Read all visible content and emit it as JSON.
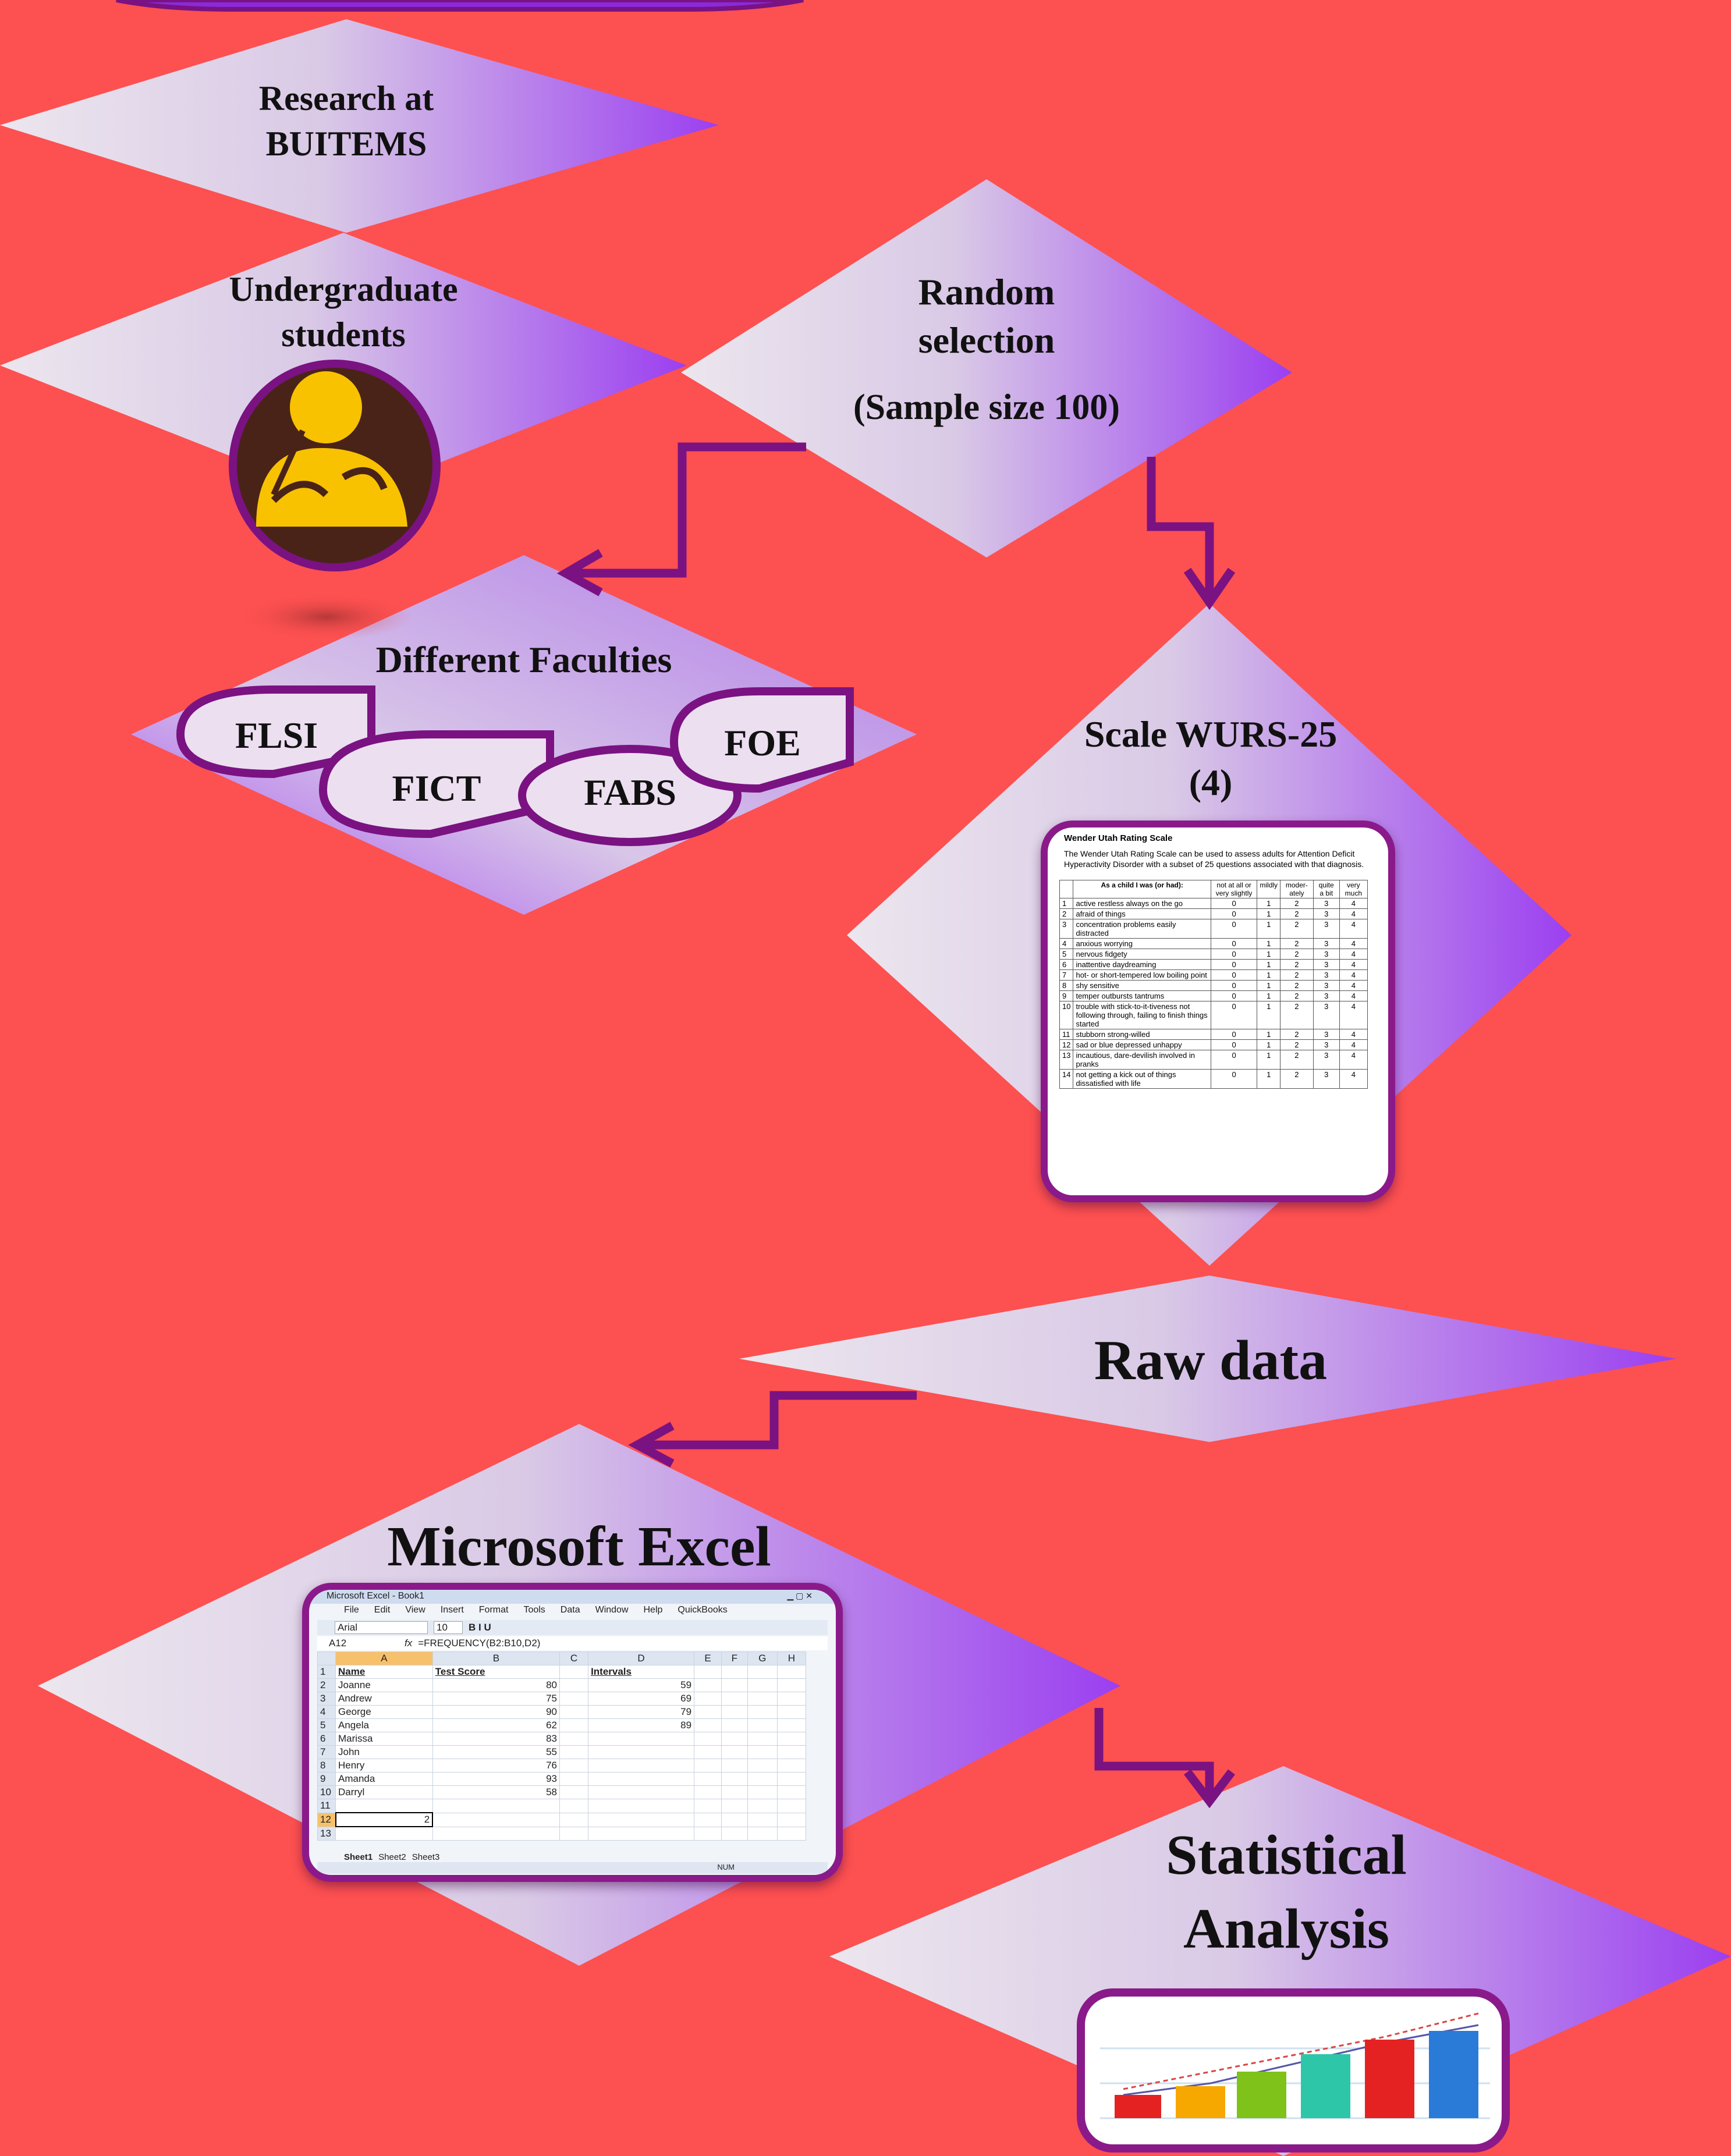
{
  "colors": {
    "background": "#fd5050",
    "diamond_light": "#e8e0ea",
    "diamond_purple": "#9b3ff0",
    "connector": "#7a1282",
    "frame": "#8a1a8a"
  },
  "nodes": {
    "research": "Research at\nBUITEMS",
    "undergrad": "Undergraduate\nstudents",
    "random": "Random\nselection",
    "sample": "(Sample size 100)",
    "faculties": "Different Faculties",
    "flsi": "FLSI",
    "fict": "FICT",
    "fabs": "FABS",
    "foe": "FOE",
    "scale": "Scale WURS-25\n(4)",
    "raw": "Raw data",
    "excel": "Microsoft Excel",
    "stats": "Statistical\nAnalysis"
  },
  "wurs_sheet": {
    "title": "Wender Utah Rating Scale",
    "intro": "The Wender Utah Rating Scale can be used to assess adults for Attention Deficit Hyperactivity Disorder with a subset of 25 questions associated with that diagnosis.",
    "header": [
      "",
      "As a child I was (or had):",
      "not at all or very slightly",
      "mildly",
      "moder-ately",
      "quite a bit",
      "very much"
    ],
    "rows": [
      [
        "1",
        "active restless always on the go",
        "0",
        "1",
        "2",
        "3",
        "4"
      ],
      [
        "2",
        "afraid of things",
        "0",
        "1",
        "2",
        "3",
        "4"
      ],
      [
        "3",
        "concentration problems easily distracted",
        "0",
        "1",
        "2",
        "3",
        "4"
      ],
      [
        "4",
        "anxious worrying",
        "0",
        "1",
        "2",
        "3",
        "4"
      ],
      [
        "5",
        "nervous fidgety",
        "0",
        "1",
        "2",
        "3",
        "4"
      ],
      [
        "6",
        "inattentive daydreaming",
        "0",
        "1",
        "2",
        "3",
        "4"
      ],
      [
        "7",
        "hot- or short-tempered low boiling point",
        "0",
        "1",
        "2",
        "3",
        "4"
      ],
      [
        "8",
        "shy sensitive",
        "0",
        "1",
        "2",
        "3",
        "4"
      ],
      [
        "9",
        "temper outbursts tantrums",
        "0",
        "1",
        "2",
        "3",
        "4"
      ],
      [
        "10",
        "trouble with stick-to-it-tiveness not following through, failing to finish things started",
        "0",
        "1",
        "2",
        "3",
        "4"
      ],
      [
        "11",
        "stubborn strong-willed",
        "0",
        "1",
        "2",
        "3",
        "4"
      ],
      [
        "12",
        "sad or blue depressed unhappy",
        "0",
        "1",
        "2",
        "3",
        "4"
      ],
      [
        "13",
        "incautious, dare-devilish involved in pranks",
        "0",
        "1",
        "2",
        "3",
        "4"
      ],
      [
        "14",
        "not getting a kick out of things dissatisfied with life",
        "0",
        "1",
        "2",
        "3",
        "4"
      ]
    ]
  },
  "excel_window": {
    "title": "Microsoft Excel - Book1",
    "menu": [
      "File",
      "Edit",
      "View",
      "Insert",
      "Format",
      "Tools",
      "Data",
      "Window",
      "Help",
      "QuickBooks"
    ],
    "font": "Arial",
    "size": "10",
    "cell_ref": "A12",
    "formula": "=FREQUENCY(B2:B10,D2)",
    "columns": [
      "A",
      "B",
      "C",
      "D",
      "E",
      "F",
      "G",
      "H"
    ],
    "rows": [
      [
        "1",
        "Name",
        "Test Score",
        "",
        "Intervals"
      ],
      [
        "2",
        "Joanne",
        "80",
        "",
        "59"
      ],
      [
        "3",
        "Andrew",
        "75",
        "",
        "69"
      ],
      [
        "4",
        "George",
        "90",
        "",
        "79"
      ],
      [
        "5",
        "Angela",
        "62",
        "",
        "89"
      ],
      [
        "6",
        "Marissa",
        "83",
        "",
        ""
      ],
      [
        "7",
        "John",
        "55",
        "",
        ""
      ],
      [
        "8",
        "Henry",
        "76",
        "",
        ""
      ],
      [
        "9",
        "Amanda",
        "93",
        "",
        ""
      ],
      [
        "10",
        "Darryl",
        "58",
        "",
        ""
      ],
      [
        "11",
        "",
        "",
        "",
        ""
      ],
      [
        "12",
        "2",
        "",
        "",
        ""
      ],
      [
        "13",
        "",
        "",
        "",
        ""
      ]
    ],
    "sheets": [
      "Sheet1",
      "Sheet2",
      "Sheet3"
    ],
    "status": "NUM"
  }
}
